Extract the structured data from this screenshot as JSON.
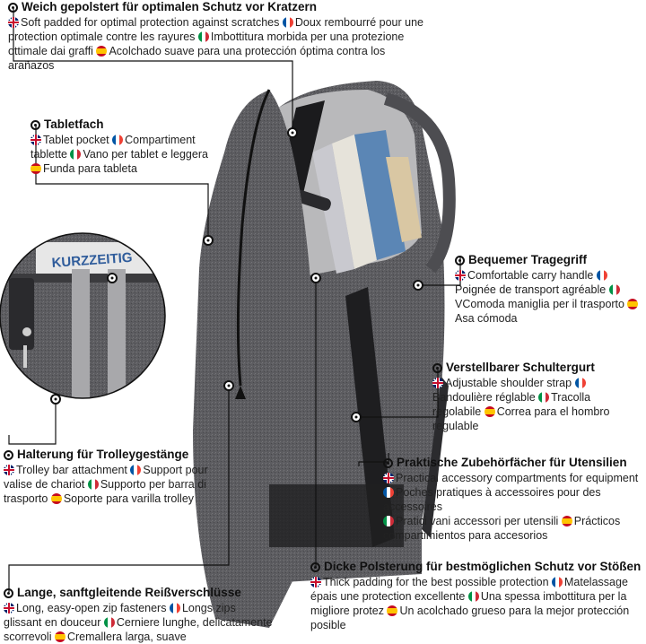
{
  "features": [
    {
      "id": "soft-padding",
      "title": "Weich gepolstert für optimalen Schutz vor Kratzern",
      "text": [
        {
          "flag": "uk",
          "t": "Soft padded for optimal protection against scratches "
        },
        {
          "flag": "fr",
          "t": "Doux rembourré pour une protection optimale contre les rayures "
        },
        {
          "flag": "it",
          "t": "Imbottitura morbida per una protezione ottimale dai graffi "
        },
        {
          "flag": "es",
          "t": "Acolchado suave para una protección óptima contra los arañazos"
        }
      ]
    },
    {
      "id": "tablet-pocket",
      "title": "Tabletfach",
      "text": [
        {
          "flag": "uk",
          "t": "Tablet pocket "
        },
        {
          "flag": "fr",
          "t": "Compartiment tablette "
        },
        {
          "flag": "it",
          "t": "Vano per tablet e leggera "
        },
        {
          "flag": "es",
          "t": "Funda para tableta"
        }
      ]
    },
    {
      "id": "carry-handle",
      "title": "Bequemer Tragegriff",
      "text": [
        {
          "flag": "uk",
          "t": "Comfortable carry handle "
        },
        {
          "flag": "fr",
          "t": "Poignée de transport agréable "
        },
        {
          "flag": "it",
          "t": "VComoda maniglia per il trasporto "
        },
        {
          "flag": "es",
          "t": "Asa cómoda"
        }
      ]
    },
    {
      "id": "shoulder-strap",
      "title": "Verstellbarer Schultergurt",
      "text": [
        {
          "flag": "uk",
          "t": "Adjustable shoulder strap "
        },
        {
          "flag": "fr",
          "t": "Bandoulière réglable "
        },
        {
          "flag": "it",
          "t": "Tracolla regolabile "
        },
        {
          "flag": "es",
          "t": "Correa para el hombro regulable"
        }
      ]
    },
    {
      "id": "trolley-attachment",
      "title": "Halterung für Trolleygestänge",
      "text": [
        {
          "flag": "uk",
          "t": "Trolley bar attachment "
        },
        {
          "flag": "fr",
          "t": "Support pour valise de chariot "
        },
        {
          "flag": "it",
          "t": "Supporto per barra di trasporto "
        },
        {
          "flag": "es",
          "t": "Soporte para varilla trolley"
        }
      ]
    },
    {
      "id": "accessory-compartments",
      "title": "Praktische Zubehörfächer für Utensilien",
      "lines": [
        {
          "flag": "uk",
          "t": "Practical accessory compartments for equipment"
        },
        {
          "flag": "fr",
          "t": "Poches pratiques à accessoires pour des accessoires"
        },
        {
          "flag": "it",
          "t": "Pratici vani accessori per utensili "
        },
        {
          "flag": "es",
          "t": "Prácticos compartimientos para accesorios"
        }
      ]
    },
    {
      "id": "zip-fasteners",
      "title": "Lange, sanftgleitende Reißverschlüsse",
      "text": [
        {
          "flag": "uk",
          "t": "Long, easy-open zip fasteners "
        },
        {
          "flag": "fr",
          "t": "Longs zips glissant en douceur "
        },
        {
          "flag": "it",
          "t": "Cerniere lunghe, delicatamente scorrevoli "
        },
        {
          "flag": "es",
          "t": "Cremallera larga, suave"
        }
      ]
    },
    {
      "id": "thick-padding",
      "title": "Dicke Polsterung für bestmöglichen Schutz vor Stößen",
      "text": [
        {
          "flag": "uk",
          "t": "Thick padding for the best possible protection "
        },
        {
          "flag": "fr",
          "t": "Matelassage épais une protection excellente "
        },
        {
          "flag": "it",
          "t": "Una spessa imbottitura per la migliore protez "
        },
        {
          "flag": "es",
          "t": "Un acolchado grueso para la mejor protección posible"
        }
      ]
    }
  ],
  "inset": {
    "magazine_text": "KURZZEITIG"
  },
  "colors": {
    "bag": "#5f5f62",
    "lining": "#b9b9bb",
    "strap": "#1c1c1e",
    "line": "#111111"
  }
}
